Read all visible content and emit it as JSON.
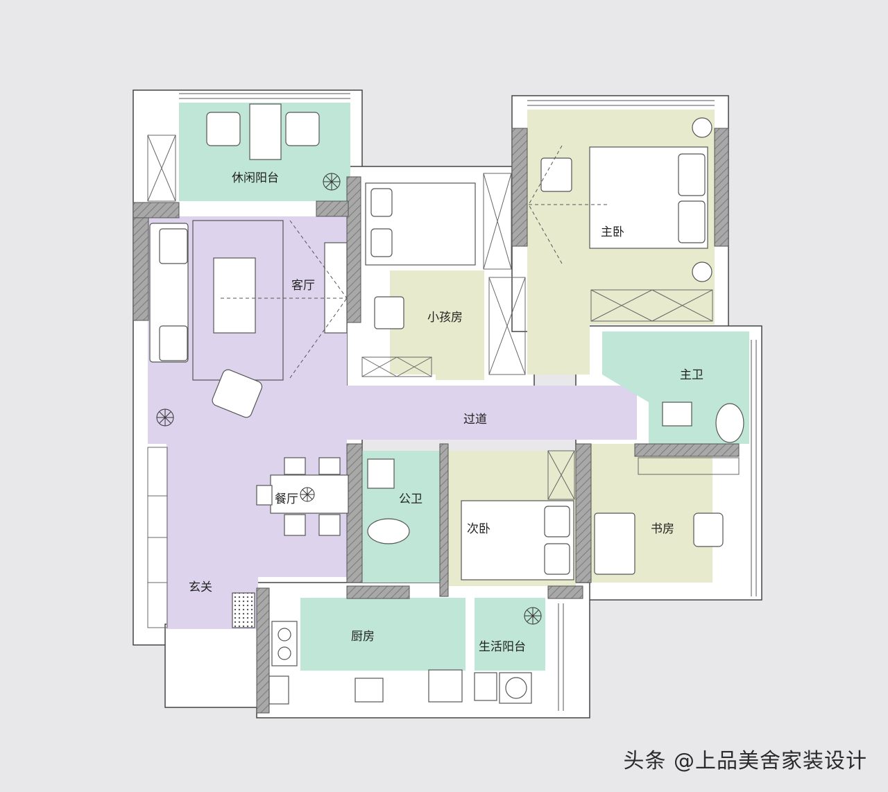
{
  "plan": {
    "rooms": {
      "leisure_balcony": "休闲阳台",
      "living_room": "客厅",
      "kids_room": "小孩房",
      "master_bedroom": "主卧",
      "master_bath": "主卫",
      "corridor": "过道",
      "dining_room": "餐厅",
      "public_bath": "公卫",
      "second_bedroom": "次卧",
      "study": "书房",
      "entrance": "玄关",
      "kitchen": "厨房",
      "utility_balcony": "生活阳台"
    },
    "colors": {
      "mint": "#bfe6d6",
      "lavender": "#ddd3ec",
      "khaki": "#e7eacc",
      "wall": "#9a9a9a",
      "background": "#e8e8ea"
    }
  },
  "watermark": "头条 @上品美舍家装设计"
}
